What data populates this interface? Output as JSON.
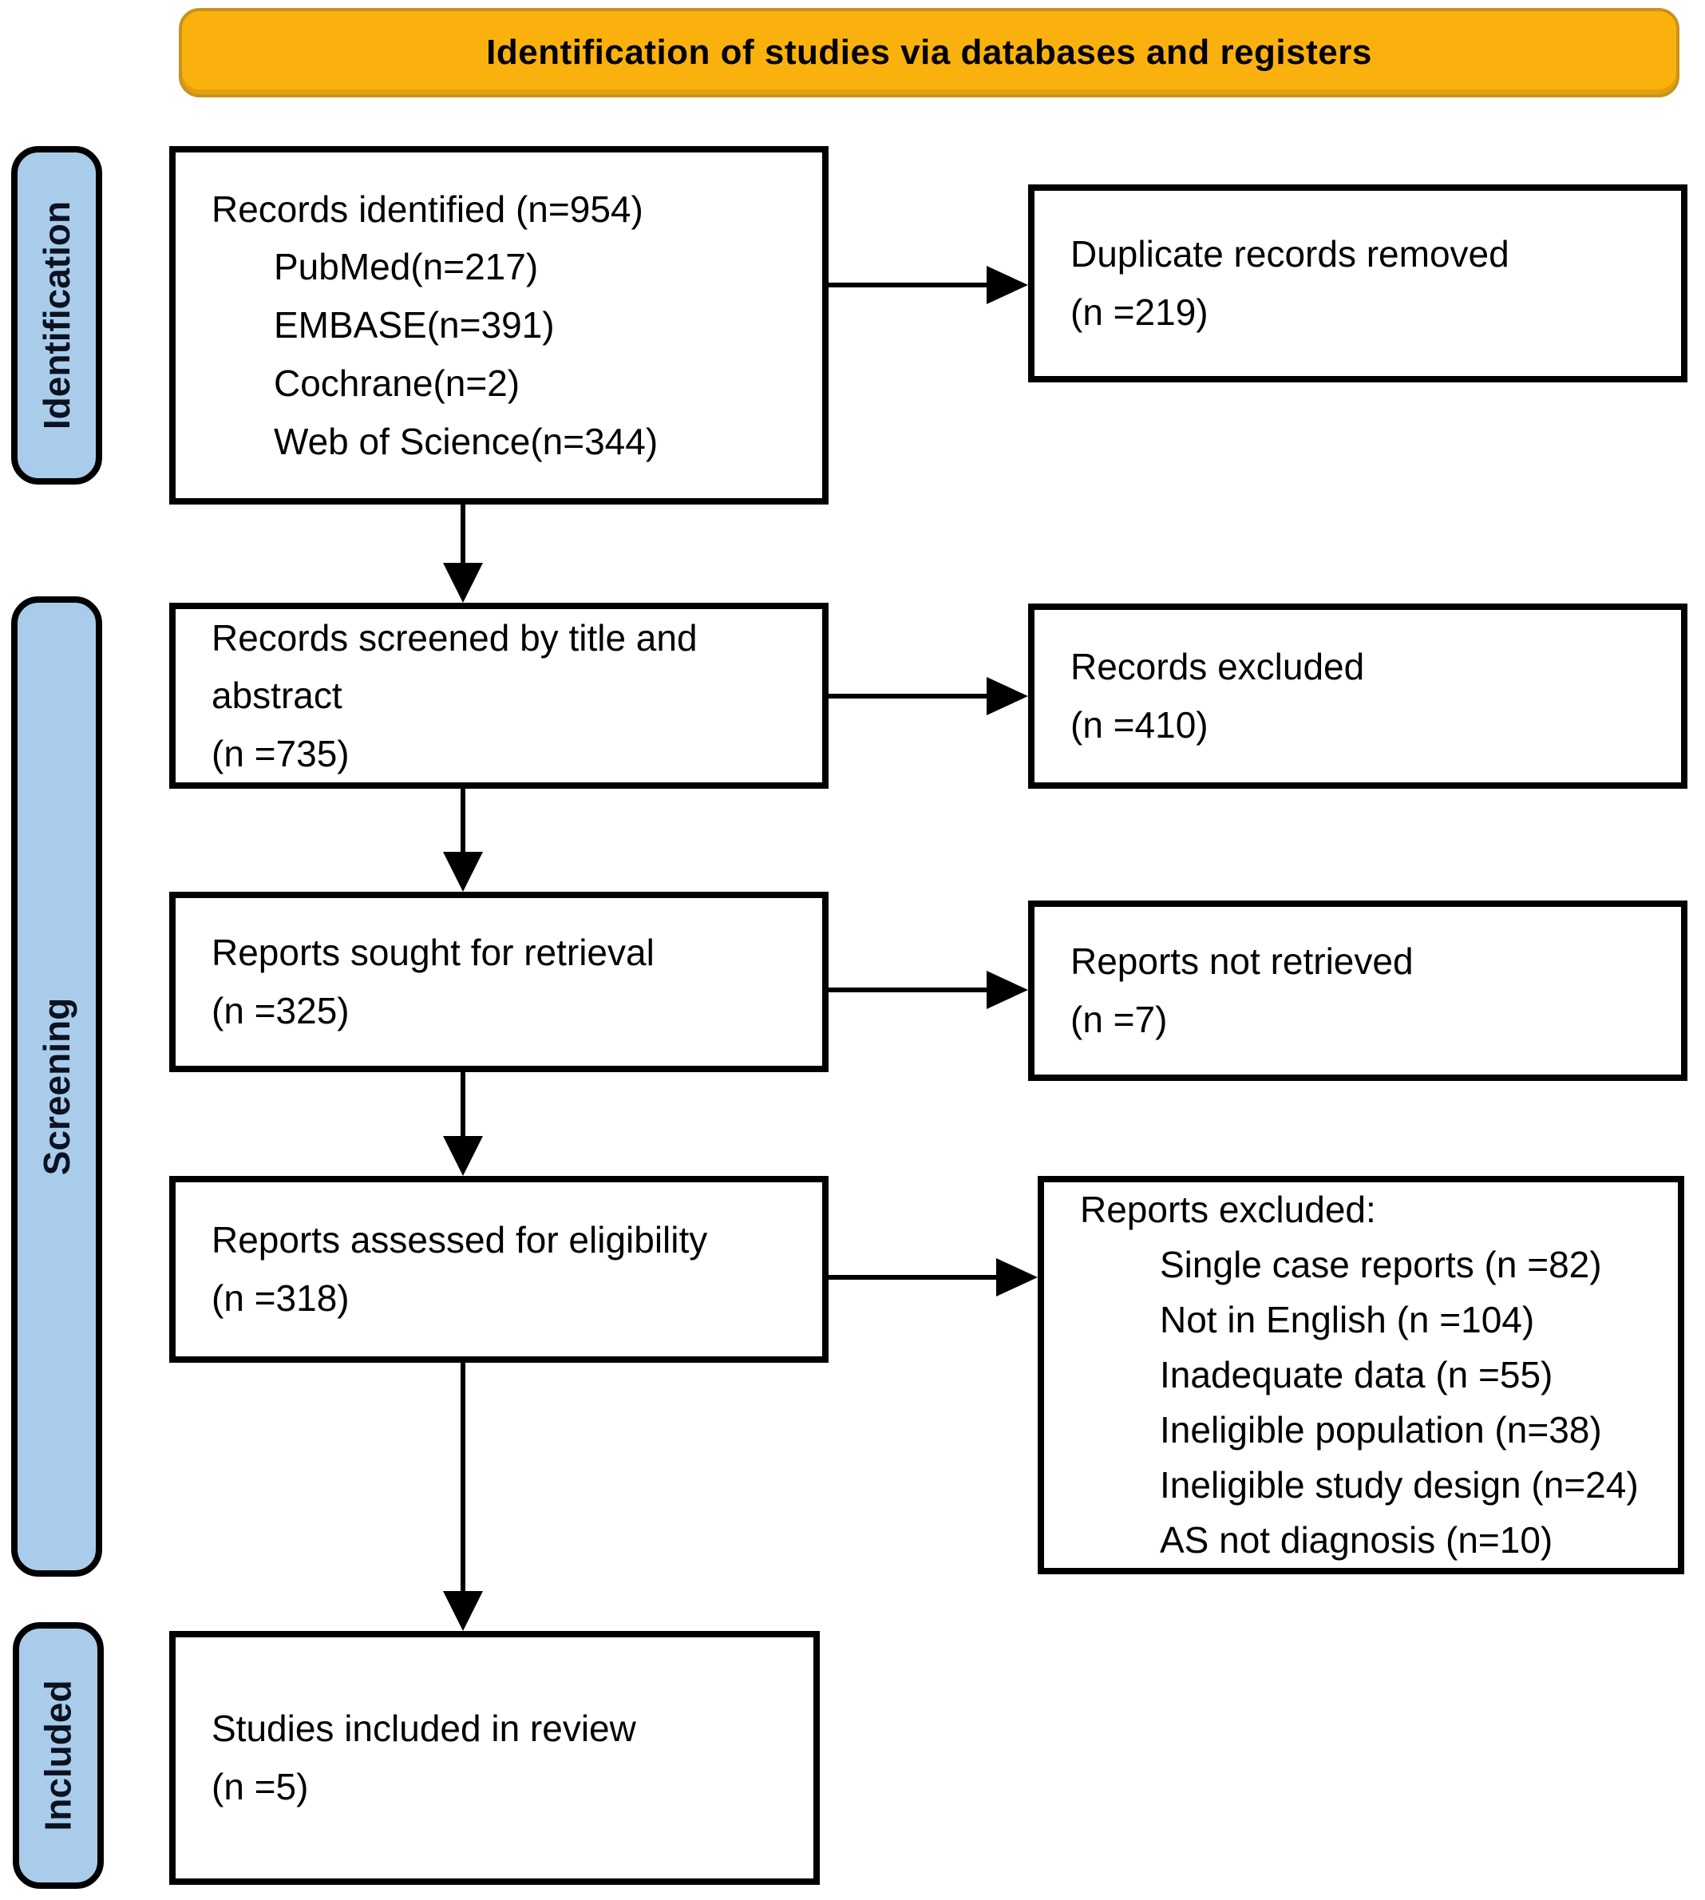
{
  "title": "Identification of studies via databases and registers",
  "sidebar": {
    "stages": [
      {
        "label": "Identification"
      },
      {
        "label": "Screening"
      },
      {
        "label": "Included"
      }
    ]
  },
  "boxes": {
    "identified": {
      "line1": "Records identified (n=954)",
      "items": [
        "PubMed(n=217)",
        "EMBASE(n=391)",
        "Cochrane(n=2)",
        "Web of Science(n=344)"
      ]
    },
    "duplicates": {
      "line1": "Duplicate records removed",
      "line2": "(n =219)"
    },
    "screened": {
      "line1": "Records screened by title and abstract",
      "line2": "(n =735)"
    },
    "records_excluded": {
      "line1": "Records excluded",
      "line2": "(n =410)"
    },
    "sought": {
      "line1": "Reports sought for retrieval",
      "line2": "(n =325)"
    },
    "not_retrieved": {
      "line1": "Reports not retrieved",
      "line2": "(n =7)"
    },
    "assessed": {
      "line1": "Reports assessed for eligibility",
      "line2": "(n =318)"
    },
    "reports_excluded": {
      "header": "Reports excluded:",
      "items": [
        "Single case reports (n =82)",
        "Not in English (n =104)",
        "Inadequate data (n =55)",
        "Ineligible population (n=38)",
        "Ineligible study design (n=24)",
        "AS not diagnosis (n=10)"
      ]
    },
    "included": {
      "line1": "Studies included in review",
      "line2": "(n =5)"
    }
  },
  "colors": {
    "banner_fill": "#FBB10D",
    "banner_border": "#C8931C",
    "stage_fill": "#A9CCEB",
    "box_border": "#000000",
    "text": "#000000"
  }
}
